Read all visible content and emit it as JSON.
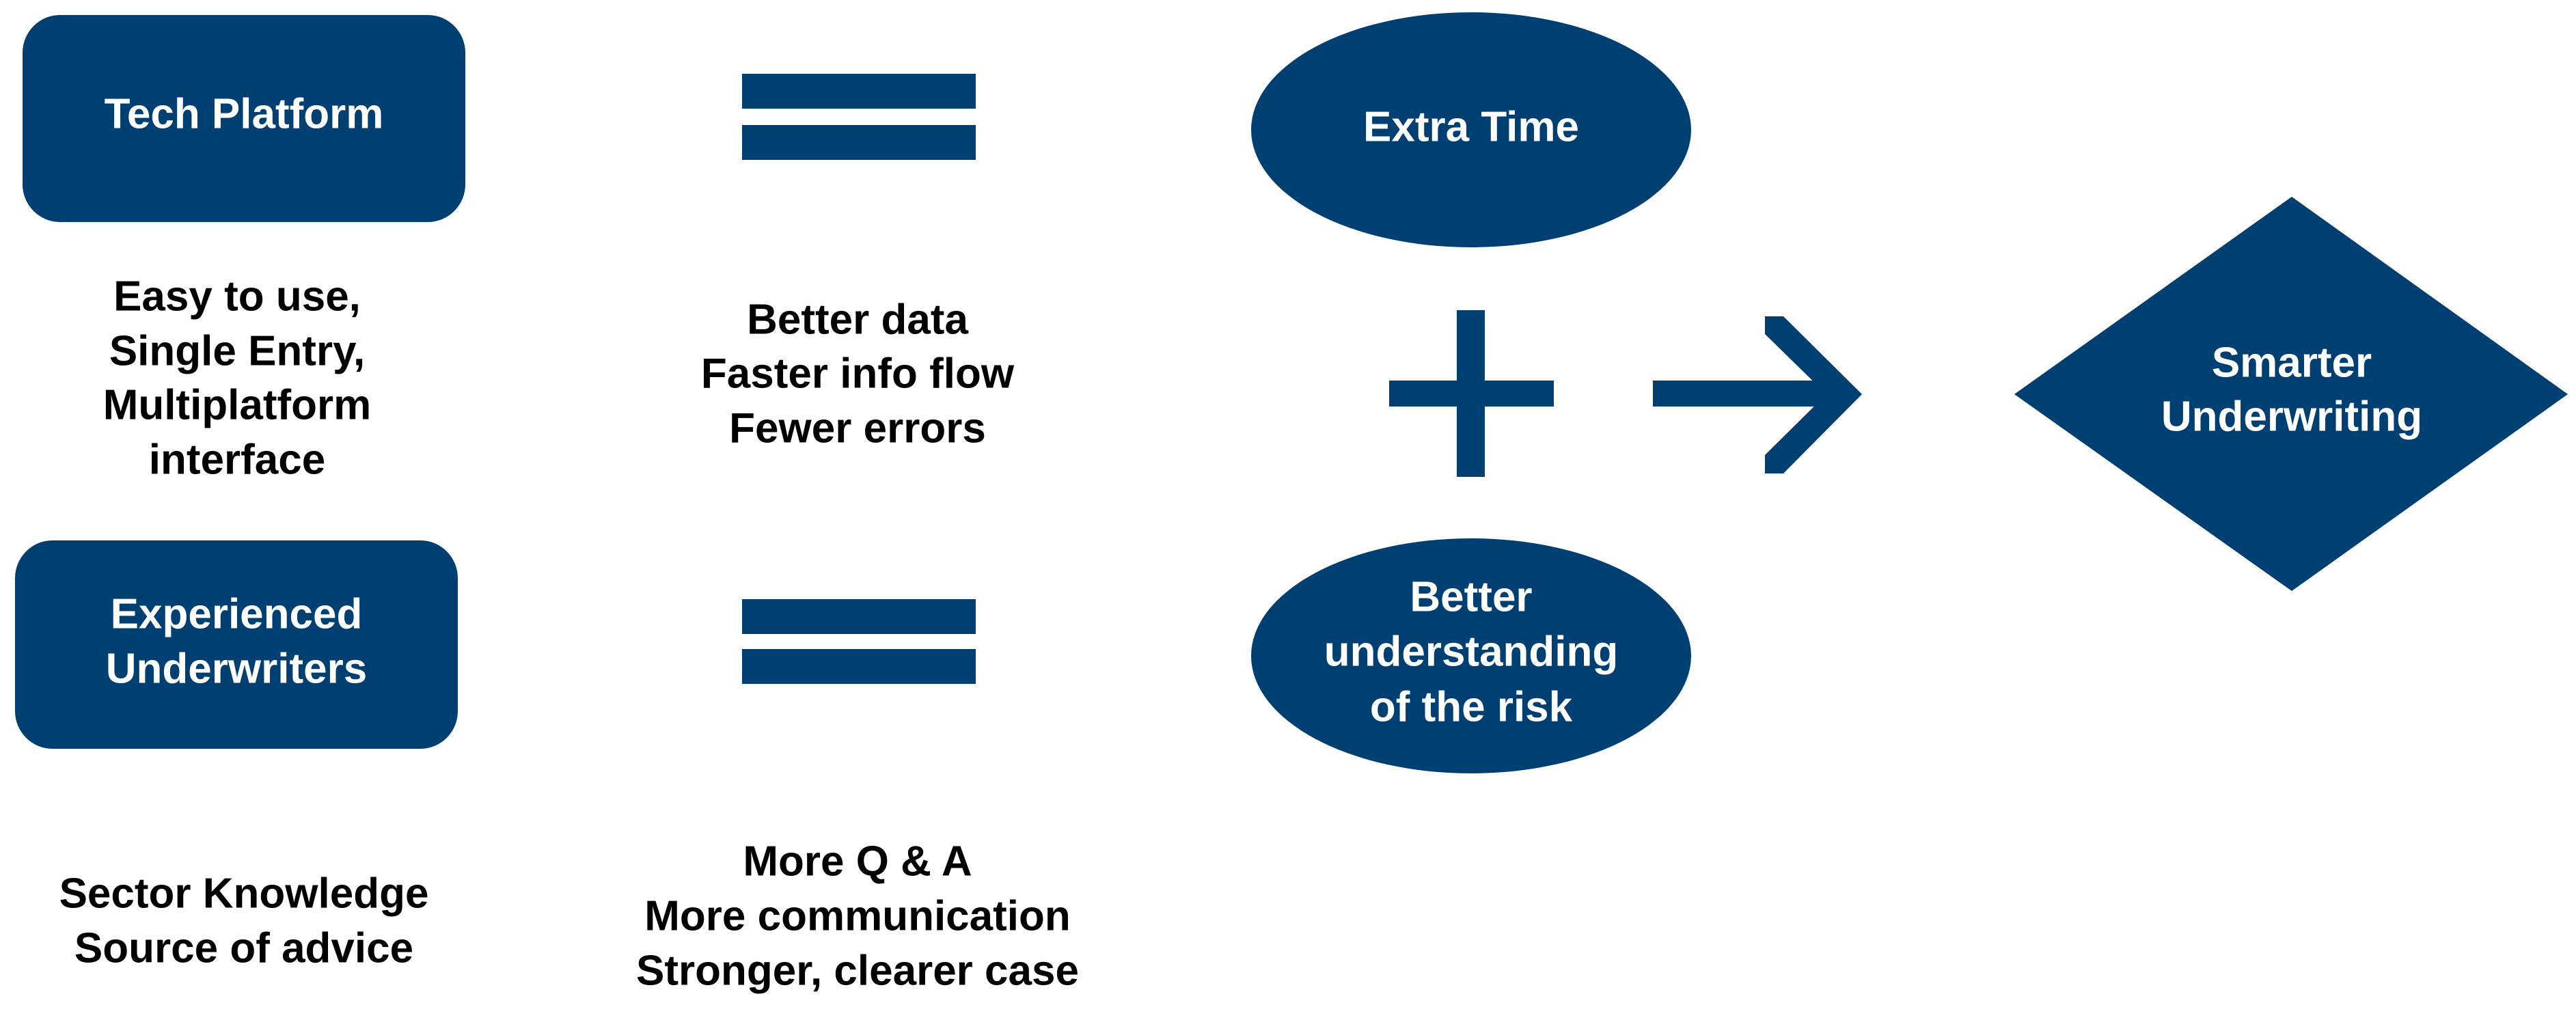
{
  "colors": {
    "shape_fill": "#003f72",
    "shape_text": "#ffffff",
    "body_text": "#000000",
    "background": "#ffffff"
  },
  "tech_platform": {
    "title": "Tech Platform",
    "features": [
      "Easy to use,",
      "Single Entry,",
      "Multiplatform",
      "interface"
    ]
  },
  "experienced_underwriters": {
    "title_lines": [
      "Experienced",
      "Underwriters"
    ],
    "features": [
      "Sector Knowledge",
      "Source of advice"
    ]
  },
  "tech_result": {
    "operator_icon": "equals-icon",
    "benefits": [
      "Better data",
      "Faster info flow",
      "Fewer errors"
    ]
  },
  "underwriter_result": {
    "operator_icon": "equals-icon",
    "benefits": [
      "More Q & A",
      "More communication",
      "Stronger, clearer case"
    ]
  },
  "extra_time": {
    "label": "Extra Time"
  },
  "risk_understanding": {
    "lines": [
      "Better",
      "understanding",
      "of the risk"
    ]
  },
  "combine_icon": "plus-icon",
  "flow_icon": "arrow-right-icon",
  "outcome": {
    "lines": [
      "Smarter",
      "Underwriting"
    ]
  }
}
